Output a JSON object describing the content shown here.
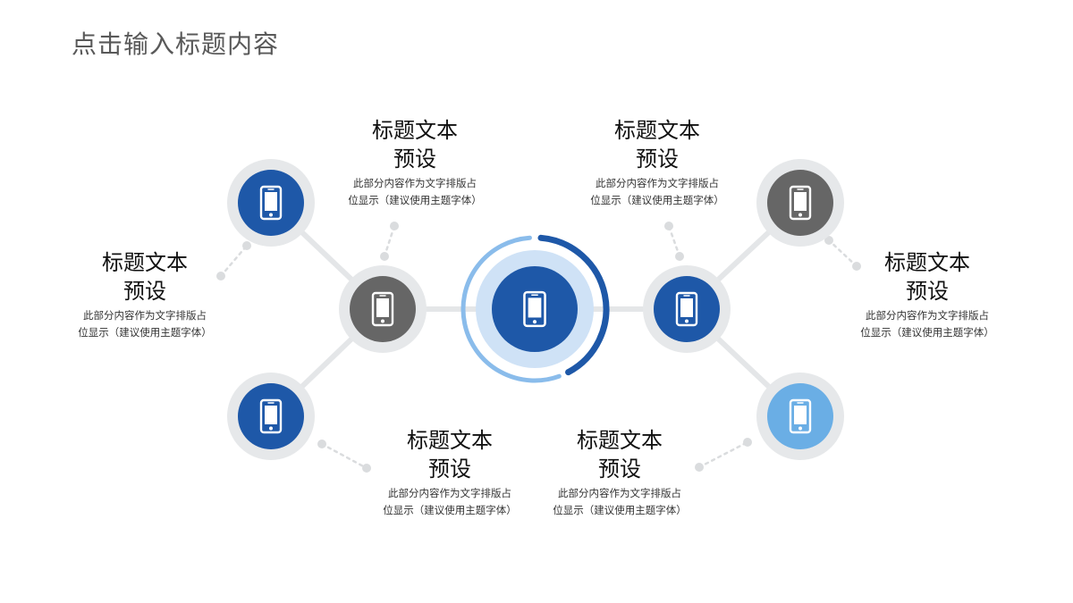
{
  "title": "点击输入标题内容",
  "colors": {
    "dark_blue": "#1E58A8",
    "gray": "#666666",
    "light_blue": "#6AAEE5",
    "ring": "#E6E8EA",
    "connector": "#E4E6E8",
    "dot": "#DADCDE",
    "center_halo": "#CFE2F6",
    "center_arc_dark": "#1E58A8",
    "center_arc_light": "#8ABCEB"
  },
  "center": {
    "icon": "phone-icon"
  },
  "nodes": [
    {
      "id": "top-left",
      "color": "dark_blue",
      "icon": "phone-icon"
    },
    {
      "id": "mid-left",
      "color": "gray",
      "icon": "phone-icon"
    },
    {
      "id": "bottom-left",
      "color": "dark_blue",
      "icon": "phone-icon"
    },
    {
      "id": "top-right",
      "color": "gray",
      "icon": "phone-icon"
    },
    {
      "id": "mid-right",
      "color": "dark_blue",
      "icon": "phone-icon"
    },
    {
      "id": "bottom-right",
      "color": "light_blue",
      "icon": "phone-icon"
    }
  ],
  "blocks": [
    {
      "title": "标题文本\n预设",
      "desc": "此部分内容作为文字排版占\n位显示（建议使用主题字体）"
    },
    {
      "title": "标题文本\n预设",
      "desc": "此部分内容作为文字排版占\n位显示（建议使用主题字体）"
    },
    {
      "title": "标题文本\n预设",
      "desc": "此部分内容作为文字排版占\n位显示（建议使用主题字体）"
    },
    {
      "title": "标题文本\n预设",
      "desc": "此部分内容作为文字排版占\n位显示（建议使用主题字体）"
    },
    {
      "title": "标题文本\n预设",
      "desc": "此部分内容作为文字排版占\n位显示（建议使用主题字体）"
    },
    {
      "title": "标题文本\n预设",
      "desc": "此部分内容作为文字排版占\n位显示（建议使用主题字体）"
    }
  ]
}
